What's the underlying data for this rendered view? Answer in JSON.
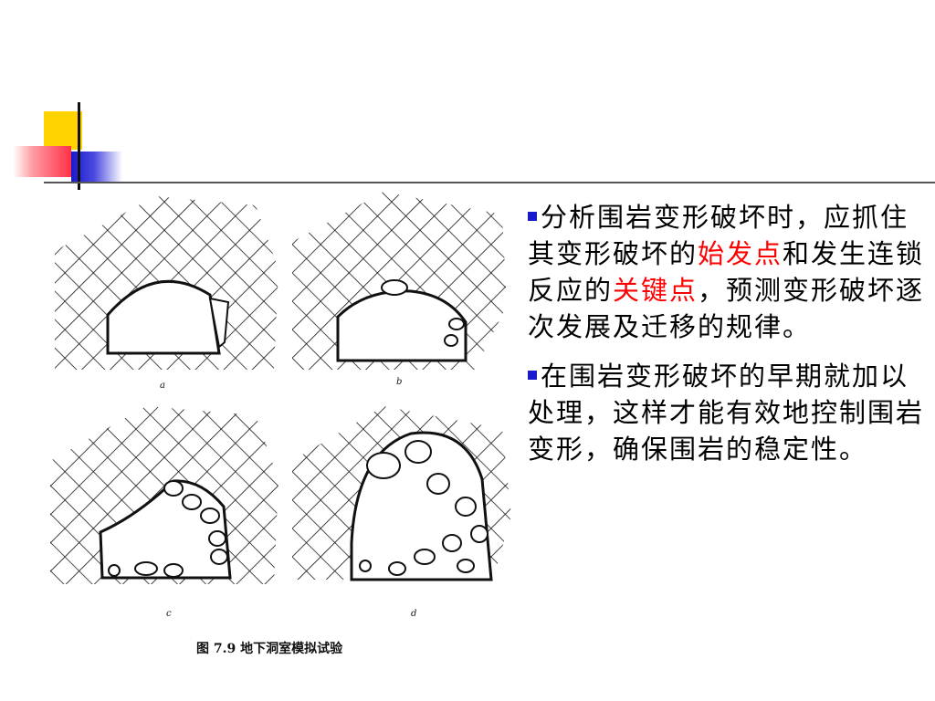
{
  "figure": {
    "caption": "图 7.9   地下洞室模拟试验",
    "panel_labels": [
      "a",
      "b",
      "c",
      "d"
    ]
  },
  "bullets": [
    {
      "segments": [
        {
          "text": "分析围岩变形破坏时，应抓住其变形破坏的",
          "highlight": false
        },
        {
          "text": "始发点",
          "highlight": true
        },
        {
          "text": "和发生连锁反应的",
          "highlight": false
        },
        {
          "text": "关键点",
          "highlight": true
        },
        {
          "text": "，预测变形破坏逐次发展及迁移的规律。",
          "highlight": false
        }
      ]
    },
    {
      "segments": [
        {
          "text": "在围岩变形破坏的早期就加以处理，这样才能有效地控制围岩变形，确保围岩的稳定性。",
          "highlight": false
        }
      ]
    }
  ],
  "colors": {
    "bullet": "#1a1acd",
    "highlight": "#ff0000",
    "deco_yellow": "#ffd200",
    "deco_red": "#ff3048",
    "deco_blue": "#1a1acd"
  }
}
